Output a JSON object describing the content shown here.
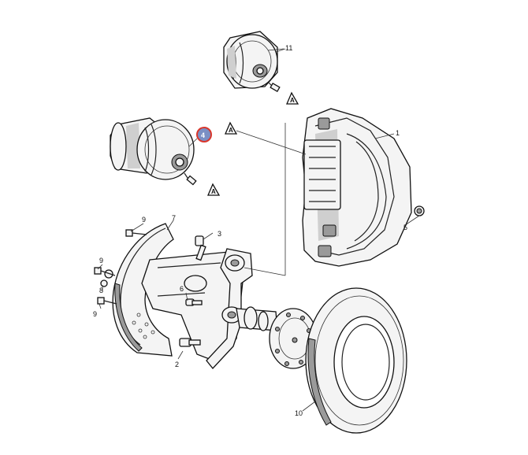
{
  "callouts": {
    "c1": "1",
    "c2": "2",
    "c3": "3",
    "c4": "4",
    "c5": "5",
    "c6": "6",
    "c7": "7",
    "c8": "8",
    "c9a": "9",
    "c9b": "9",
    "c9c": "9",
    "c10": "10",
    "c11": "11"
  },
  "reference_marks": {
    "a1": "A",
    "a2": "A",
    "a3": "A"
  },
  "highlight_color": "#d9362b"
}
